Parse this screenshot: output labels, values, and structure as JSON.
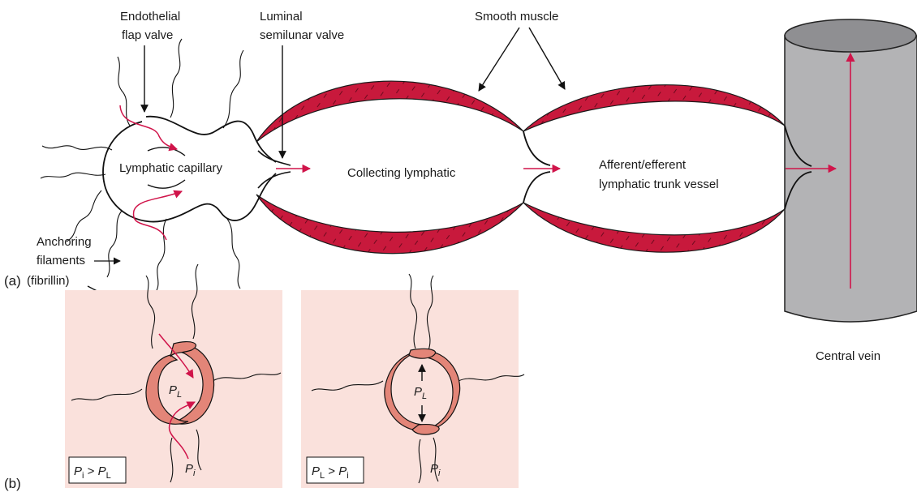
{
  "labels": {
    "endothelial_1": "Endothelial",
    "endothelial_2": "flap valve",
    "luminal_1": "Luminal",
    "luminal_2": "semilunar valve",
    "smooth_muscle": "Smooth muscle",
    "lymphatic_capillary": "Lymphatic capillary",
    "collecting_lymphatic": "Collecting lymphatic",
    "trunk_1": "Afferent/efferent",
    "trunk_2": "lymphatic trunk vessel",
    "anchoring_1": "Anchoring",
    "anchoring_2": "filaments",
    "anchoring_3": "(fibrillin)",
    "central_vein": "Central vein",
    "panel_a": "(a)",
    "panel_b": "(b)"
  },
  "panel_b": {
    "left": {
      "inside_symbol": "P",
      "inside_sub": "L",
      "outside_symbol": "P",
      "outside_sub": "i",
      "cond_a": "P",
      "cond_a_sub": "i",
      "cond_op": " > ",
      "cond_b": "P",
      "cond_b_sub": "L"
    },
    "right": {
      "inside_symbol": "P",
      "inside_sub": "L",
      "outside_symbol": "P",
      "outside_sub": "i",
      "cond_a": "P",
      "cond_a_sub": "L",
      "cond_op": " > ",
      "cond_b": "P",
      "cond_b_sub": "i"
    }
  },
  "colors": {
    "muscle": "#c8193c",
    "arrow_red": "#d0144a",
    "panel_bg": "#fae1dc",
    "valve_fill": "#e38578",
    "vein_gray": "#b3b3b5",
    "vein_top": "#8f8f92"
  }
}
